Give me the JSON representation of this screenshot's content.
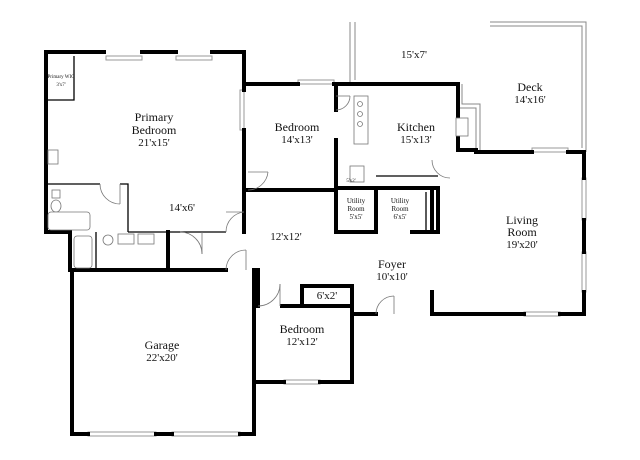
{
  "rooms": [
    {
      "id": "primary-wic",
      "name": "Primary WIC",
      "dims": "3'x7'"
    },
    {
      "id": "primary-bedroom",
      "name_line1": "Primary",
      "name_line2": "Bedroom",
      "dims": "21'x15'"
    },
    {
      "id": "bedroom-1",
      "name": "Bedroom",
      "dims": "14'x13'"
    },
    {
      "id": "kitchen",
      "name": "Kitchen",
      "dims": "15'x13'"
    },
    {
      "id": "deck",
      "name": "Deck",
      "dims": "14'x16'"
    },
    {
      "id": "deck-upper",
      "dims": "15'x7'"
    },
    {
      "id": "hall-bath",
      "dims": "14'x6'"
    },
    {
      "id": "pantry",
      "dims": "5'x2'"
    },
    {
      "id": "utility-1",
      "name_line1": "Utility",
      "name_line2": "Room",
      "dims": "5'x5'"
    },
    {
      "id": "utility-2",
      "name_line1": "Utility",
      "name_line2": "Room",
      "dims": "6'x5'"
    },
    {
      "id": "hall",
      "dims": "12'x12'"
    },
    {
      "id": "living-room",
      "name_line1": "Living",
      "name_line2": "Room",
      "dims": "19'x20'"
    },
    {
      "id": "foyer",
      "name": "Foyer",
      "dims": "10'x10'"
    },
    {
      "id": "closet",
      "dims": "6'x2'"
    },
    {
      "id": "bedroom-2",
      "name": "Bedroom",
      "dims": "12'x12'"
    },
    {
      "id": "garage",
      "name": "Garage",
      "dims": "22'x20'"
    }
  ],
  "colors": {
    "wall": "#000000",
    "window": "#9a9a9a",
    "fixture": "#777777",
    "background": "#ffffff"
  }
}
